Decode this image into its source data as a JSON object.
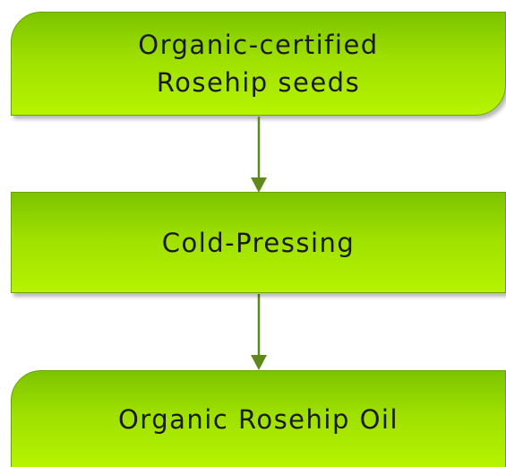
{
  "flowchart": {
    "nodes": [
      {
        "lines": [
          "Organic-certified",
          "Rosehip seeds"
        ]
      },
      {
        "lines": [
          "Cold-Pressing"
        ]
      },
      {
        "lines": [
          "Organic Rosehip Oil"
        ]
      }
    ],
    "colors": {
      "fill_top": "#7cc400",
      "fill_bottom": "#b6f400",
      "border": "#6aa300",
      "arrow": "#5f8a1a",
      "text": "#1a1a1a"
    }
  }
}
